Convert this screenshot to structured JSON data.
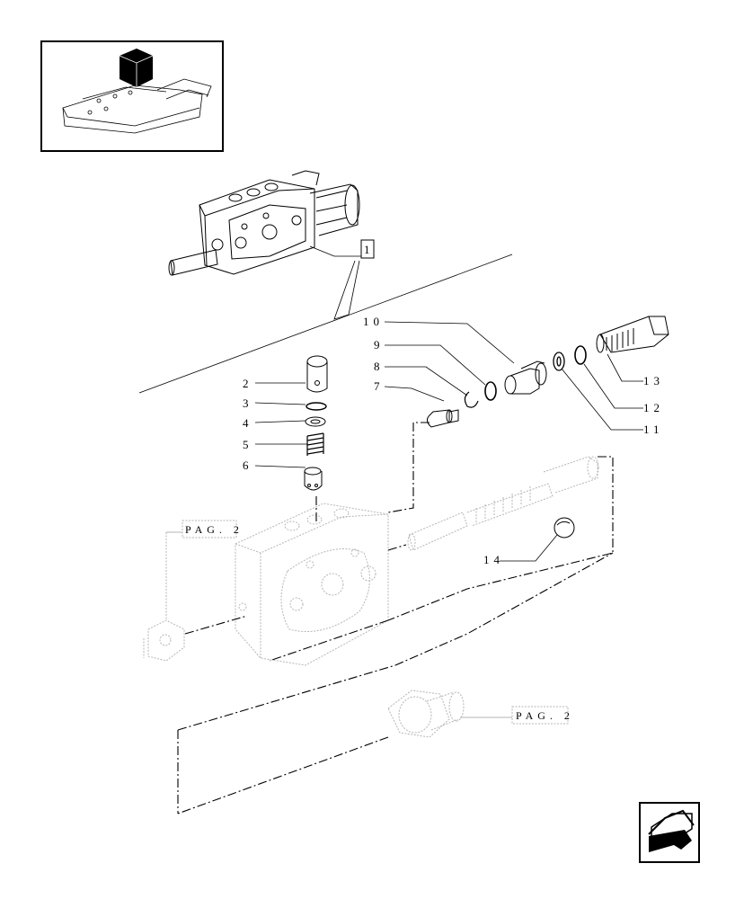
{
  "parts": {
    "p1": "1",
    "p2": "2",
    "p3": "3",
    "p4": "4",
    "p5": "5",
    "p6": "6",
    "p7": "7",
    "p8": "8",
    "p9": "9",
    "p10": "10",
    "p11": "11",
    "p12": "12",
    "p13": "13",
    "p14": "14"
  },
  "page_refs": {
    "left": "PAG. 2",
    "bottom": "PAG. 2"
  },
  "icons": {
    "thumbnail": "tractor-lift-housing-thumbnail",
    "nav": "return-arrow-icon"
  }
}
